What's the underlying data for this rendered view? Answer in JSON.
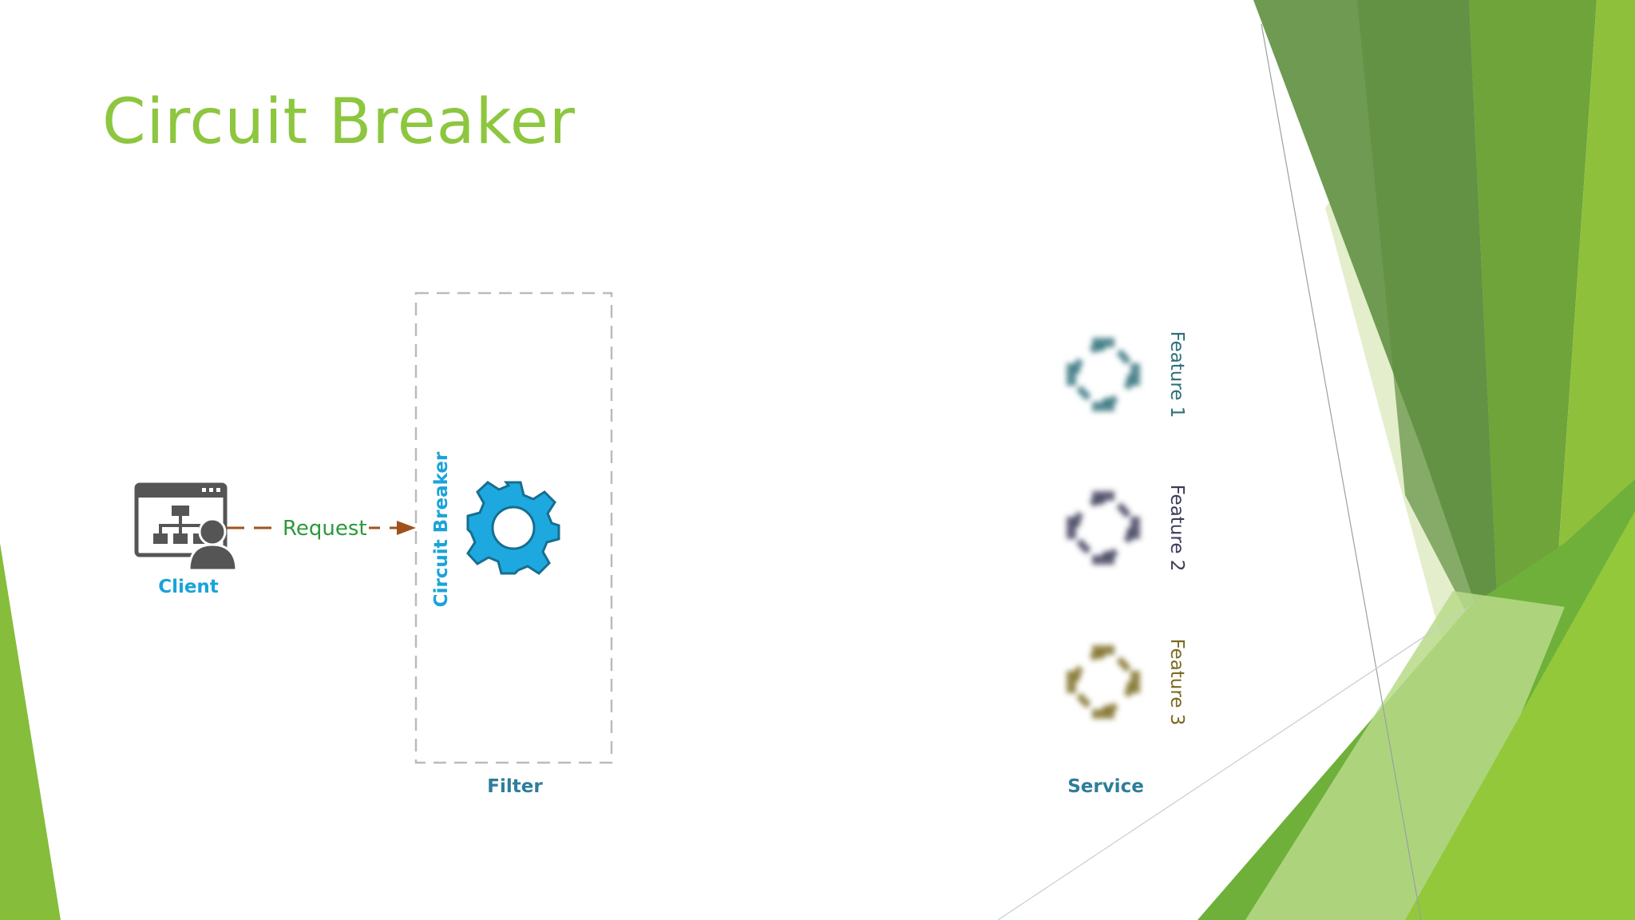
{
  "slide": {
    "title": "Circuit Breaker"
  },
  "diagram": {
    "client_label": "Client",
    "request_label": "Request",
    "circuit_breaker_label": "Circuit Breaker",
    "filter_label": "Filter",
    "service_label": "Service",
    "features": [
      {
        "label": "Feature 1",
        "color": "#2e6f7a"
      },
      {
        "label": "Feature 2",
        "color": "#3c3c5a"
      },
      {
        "label": "Feature 3",
        "color": "#7a6a20"
      }
    ],
    "icons": {
      "client": "client-network-user-icon",
      "gear": "gear-icon",
      "feature": "feature-node-icon"
    }
  },
  "colors": {
    "title": "#8dc63f",
    "label_cyan": "#1aa3d9",
    "label_teal": "#2e7d9a",
    "request_text": "#2a9a3a",
    "arrow": "#a0521a",
    "gear_fill": "#1ea8e0",
    "gear_stroke": "#176e8f",
    "client_icon": "#555555",
    "dashed_box": "#bbbbbb"
  }
}
